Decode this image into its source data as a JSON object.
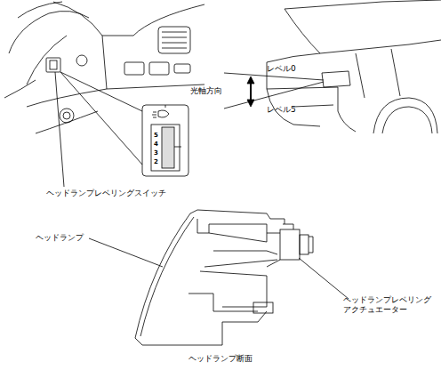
{
  "diagram": {
    "labels": [
      "ヘッドランプレベリングスイッチ",
      "5",
      "4",
      "3",
      "2",
      "レベル0",
      "光軸方向",
      "レベル5",
      "ヘッドランプ",
      "ヘッドランプレベリング アクチュエーター",
      "ヘッドランプ断面"
    ]
  }
}
